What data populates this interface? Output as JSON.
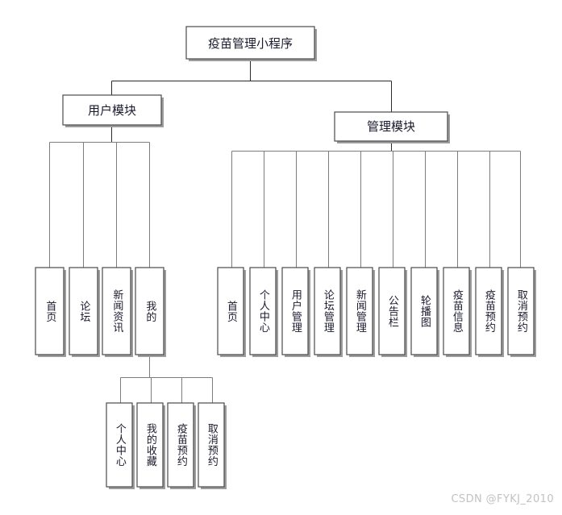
{
  "diagram": {
    "title": "疫苗管理小程序",
    "type": "tree-hierarchy",
    "root": {
      "label": "疫苗管理小程序"
    },
    "branches": [
      {
        "id": "user-module",
        "label": "用户模块",
        "children": [
          {
            "label": "首页"
          },
          {
            "label": "论坛"
          },
          {
            "label": "新闻资讯"
          },
          {
            "label": "我的",
            "children": [
              {
                "label": "个人中心"
              },
              {
                "label": "我的收藏"
              },
              {
                "label": "疫苗预约"
              },
              {
                "label": "取消预约"
              }
            ]
          }
        ]
      },
      {
        "id": "admin-module",
        "label": "管理模块",
        "children": [
          {
            "label": "首页"
          },
          {
            "label": "个人中心"
          },
          {
            "label": "用户管理"
          },
          {
            "label": "论坛管理"
          },
          {
            "label": "新闻管理"
          },
          {
            "label": "公告栏"
          },
          {
            "label": "轮播图"
          },
          {
            "label": "疫苗信息"
          },
          {
            "label": "疫苗预约"
          },
          {
            "label": "取消预约"
          }
        ]
      }
    ]
  },
  "labels": {
    "root": "疫苗管理小程序",
    "user_module": "用户模块",
    "admin_module": "管理模块",
    "u1": "首页",
    "u2": "论坛",
    "u3": "新闻资讯",
    "u4": "我的",
    "m1": "个人中心",
    "m2": "我的收藏",
    "m3": "疫苗预约",
    "m4": "取消预约",
    "a1": "首页",
    "a2": "个人中心",
    "a3": "用户管理",
    "a4": "论坛管理",
    "a5": "新闻管理",
    "a6": "公告栏",
    "a7": "轮播图",
    "a8": "疫苗信息",
    "a9": "疫苗预约",
    "a10": "取消预约"
  },
  "watermark": {
    "text": "CSDN @FYKJ_2010"
  },
  "colors": {
    "background": "#ffffff",
    "box_stroke": "#4a4a4a",
    "box_fill": "#ffffff",
    "connector": "#2a2a2a",
    "shadow": "#9c9c9c",
    "text": "#1a1a2e",
    "watermark": "#c2c2c2"
  }
}
